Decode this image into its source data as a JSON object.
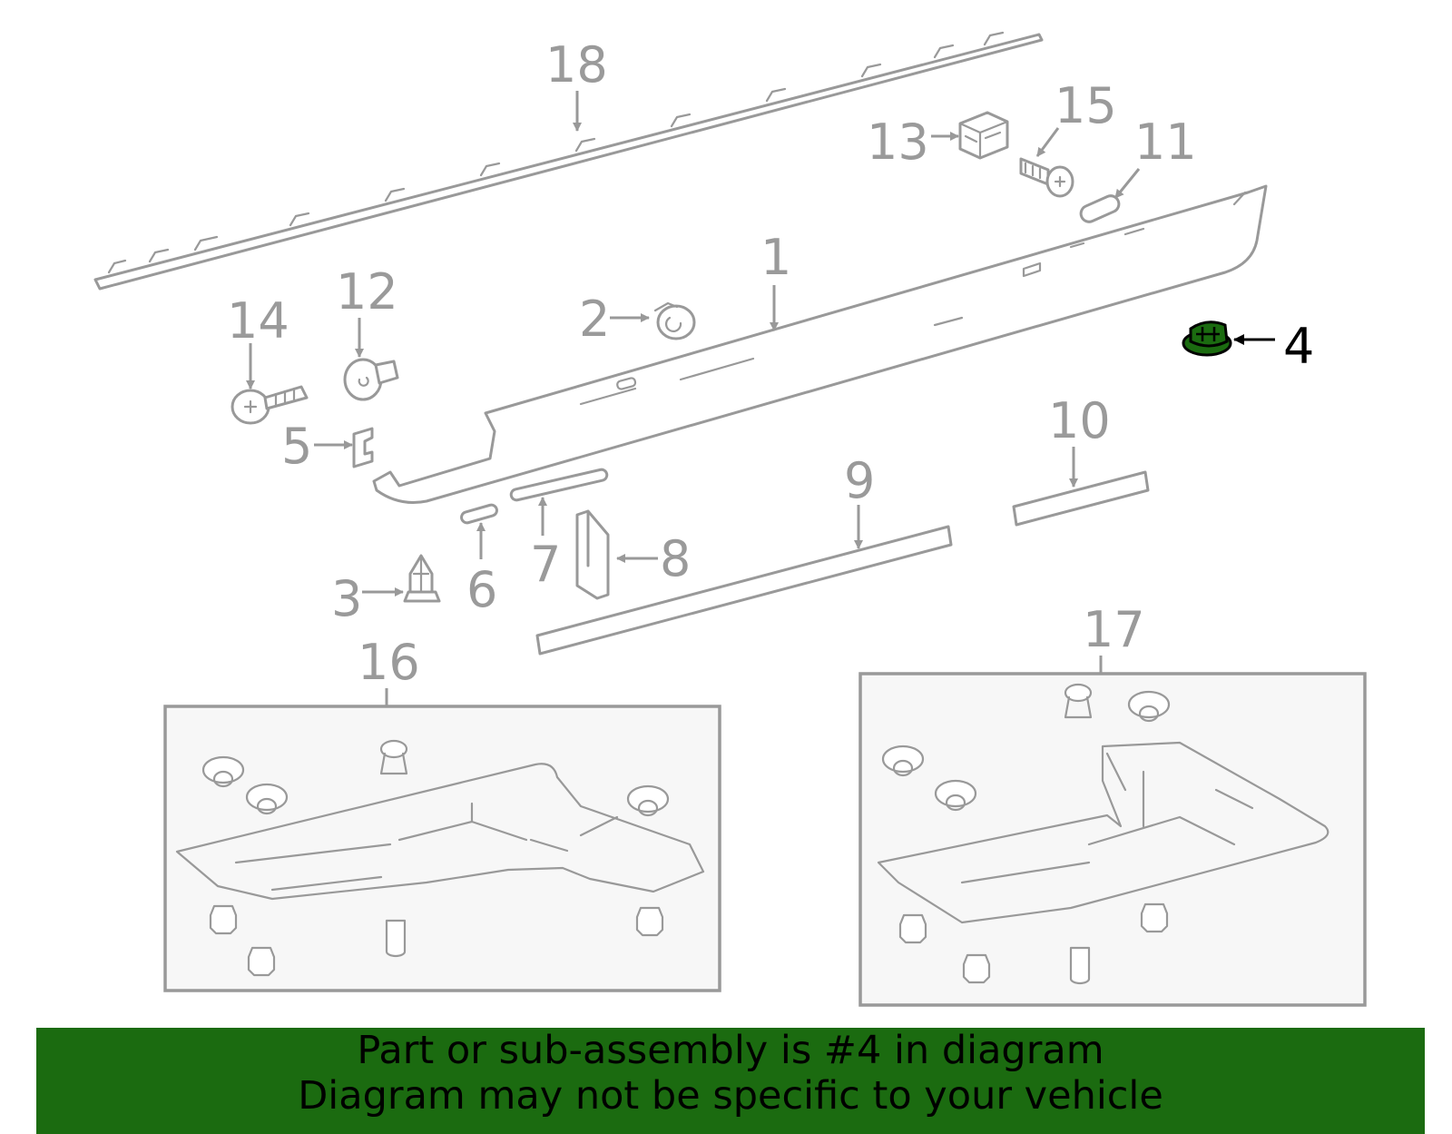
{
  "diagram": {
    "callouts": [
      "1",
      "2",
      "3",
      "4",
      "5",
      "6",
      "7",
      "8",
      "9",
      "10",
      "11",
      "12",
      "13",
      "14",
      "15",
      "16",
      "17",
      "18"
    ],
    "highlighted_callout": "4",
    "colors": {
      "highlight": "#1b6b10",
      "line": "#999999",
      "panel": "#f7f7f7"
    }
  },
  "banner": {
    "line1": "Part or sub-assembly is #4 in diagram",
    "line2": "Diagram may not be specific to your vehicle"
  }
}
